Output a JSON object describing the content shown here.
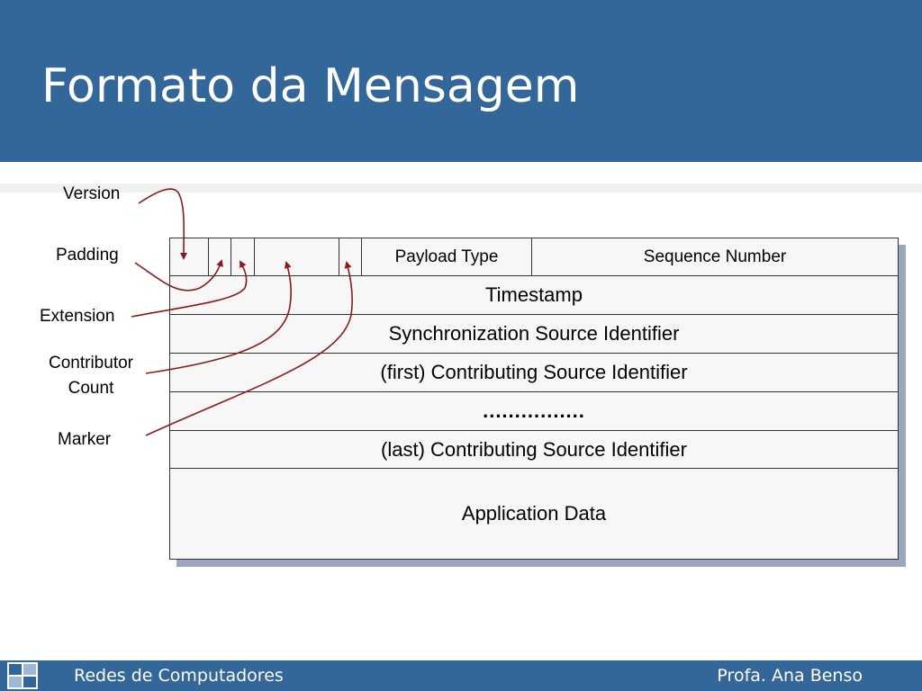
{
  "slide": {
    "title": "Formato da Mensagem"
  },
  "diagram": {
    "header_row": {
      "payload_type": "Payload Type",
      "sequence_number": "Sequence Number"
    },
    "rows": [
      "Timestamp",
      "Synchronization Source Identifier",
      "(first) Contributing Source Identifier",
      "................",
      "(last) Contributing Source Identifier",
      "Application Data"
    ],
    "field_labels": {
      "version": "Version",
      "padding": "Padding",
      "extension": "Extension",
      "contributor_count_line1": "Contributor",
      "contributor_count_line2": "Count",
      "marker": "Marker"
    },
    "colors": {
      "title_bar": "#336699",
      "arrow": "#8b1a1a",
      "shadow": "#9aa7bf"
    }
  },
  "footer": {
    "course": "Redes de Computadores",
    "author": "Profa. Ana Benso"
  }
}
